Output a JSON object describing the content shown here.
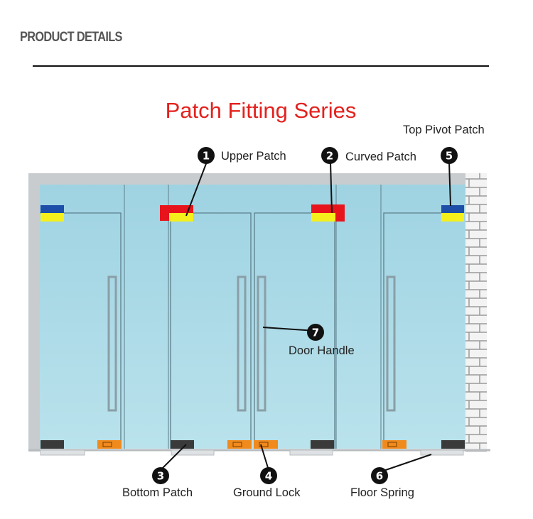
{
  "header": {
    "title": "PRODUCT DETAILS"
  },
  "diagram": {
    "title": "Patch Fitting Series",
    "callouts": [
      {
        "number": "1",
        "label": "Upper Patch"
      },
      {
        "number": "2",
        "label": "Curved Patch"
      },
      {
        "number": "5",
        "label": "Top Pivot Patch"
      },
      {
        "number": "7",
        "label": "Door Handle"
      },
      {
        "number": "3",
        "label": "Bottom Patch"
      },
      {
        "number": "4",
        "label": "Ground Lock"
      },
      {
        "number": "6",
        "label": "Floor Spring"
      }
    ],
    "colors": {
      "title": "#e3211d",
      "glass": "#a9d8e6",
      "frame": "#c8cccf",
      "patch_red": "#e8141c",
      "patch_yellow": "#f5ef1c",
      "patch_blue": "#1d4fa8",
      "ground_lock": "#f08a1c",
      "bottom_patch": "#3a3a3a"
    }
  }
}
